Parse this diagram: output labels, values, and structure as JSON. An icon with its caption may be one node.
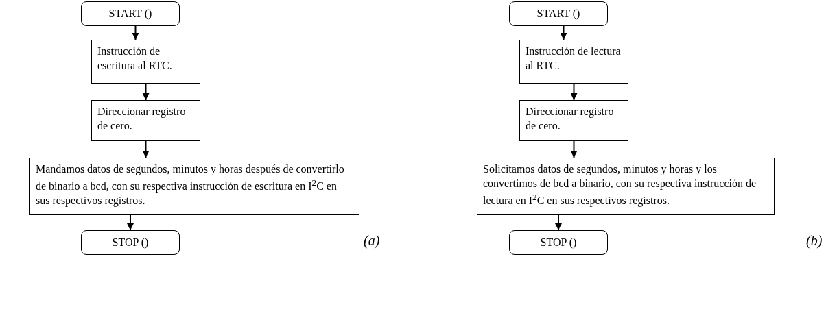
{
  "diagram": {
    "nodes": [
      {
        "text": [
          "START ()"
        ]
      },
      {
        "text": [
          "Instrucción de escritura al RTC."
        ]
      },
      {
        "text": [
          "Direccionar registro de cero."
        ]
      },
      {
        "text": [
          "Mandamos datos de segundos, minutos y horas después de convertirlo de binario a bcd, con su respectiva instrucción de escritura  en I$^{2}$C en sus respectivos registros."
        ]
      },
      {
        "text": [
          "STOP ()"
        ]
      },
      {
        "text": [
          "START ()"
        ]
      },
      {
        "text": [
          "Instrucción de lectura al RTC."
        ]
      },
      {
        "text": [
          "Direccionar registro de cero."
        ]
      },
      {
        "text": [
          "Solicitamos datos de segundos, minutos y horas y los convertimos de bcd a binario, con su respectiva instrucción de lectura  en I$^{2}$C en sus respectivos registros."
        ]
      },
      {
        "text": [
          "STOP ()"
        ]
      }
    ],
    "edges": [
      {
        "from": 0,
        "to": 1,
        "arrow": "to"
      },
      {
        "from": 1,
        "to": 2,
        "arrow": "to"
      },
      {
        "from": 2,
        "to": 3,
        "arrow": "to"
      },
      {
        "from": 3,
        "to": 4,
        "arrow": "to"
      },
      {
        "from": 5,
        "to": 6,
        "arrow": "to"
      },
      {
        "from": 6,
        "to": 7,
        "arrow": "to"
      },
      {
        "from": 7,
        "to": 8,
        "arrow": "to"
      },
      {
        "from": 8,
        "to": 9,
        "arrow": "to"
      }
    ],
    "labels": [
      "(a)",
      "(b)"
    ]
  }
}
